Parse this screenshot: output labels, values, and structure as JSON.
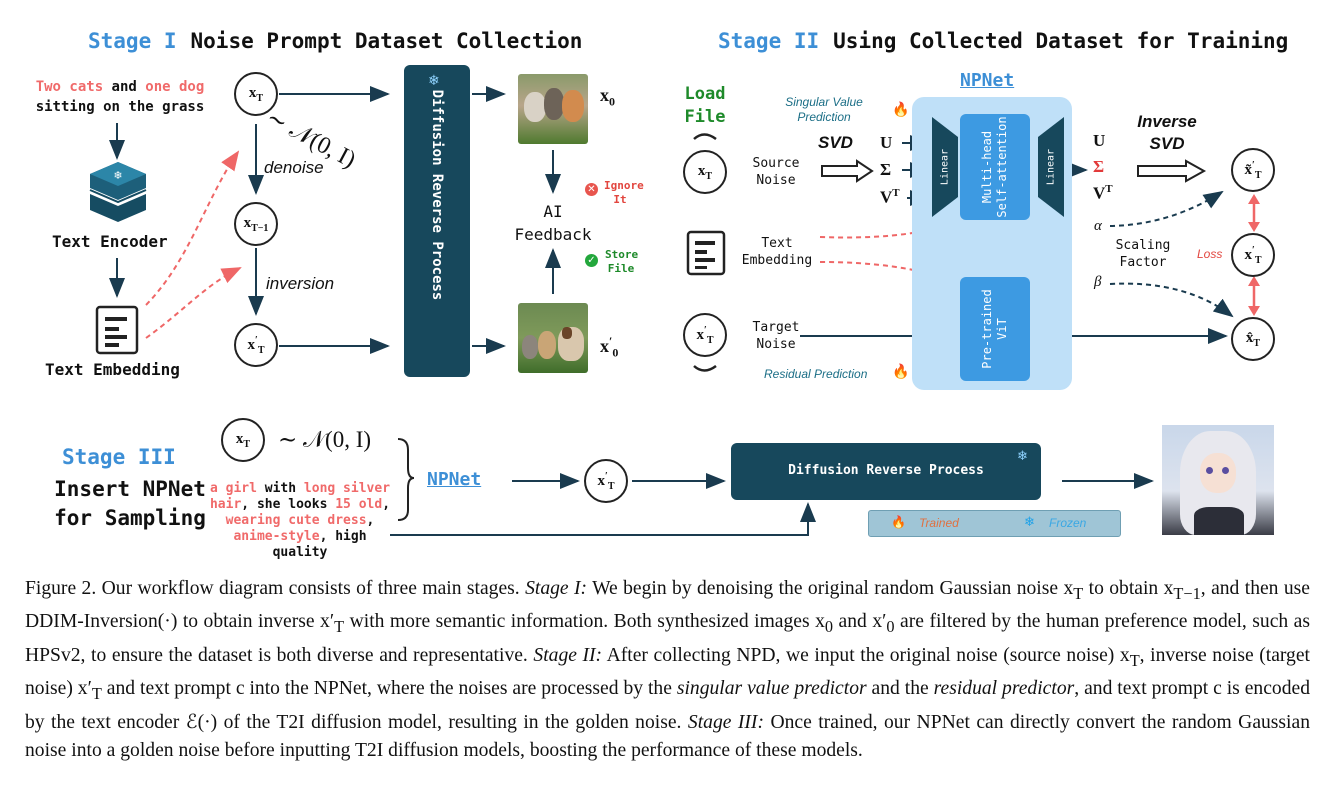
{
  "stage1": {
    "tag": "Stage I",
    "title": "Noise Prompt Dataset Collection",
    "prompt_part1": "Two cats",
    "prompt_and": " and ",
    "prompt_part2": "one dog",
    "prompt_line2": "sitting on the grass",
    "text_encoder": "Text Encoder",
    "text_embedding": "Text Embedding",
    "xT": "x",
    "xT_sub": "T",
    "xT1_sub": "T−1",
    "xTp_sup": "′",
    "noise_dist": "∼ 𝒩(0, I)",
    "denoise": "denoise",
    "inversion": "inversion",
    "diffusion_block": "Diffusion Reverse Process",
    "x0": "x",
    "x0_sub": "0",
    "ai_feedback_line1": "AI",
    "ai_feedback_line2": "Feedback",
    "ignore_line1": "Ignore",
    "ignore_line2": "It",
    "store_line1": "Store",
    "store_line2": "File"
  },
  "stage2": {
    "tag": "Stage II",
    "title": "Using Collected Dataset for Training",
    "npnet": "NPNet",
    "load_line1": "Load",
    "load_line2": "File",
    "singular_line1": "Singular Value",
    "singular_line2": "Prediction",
    "source_line1": "Source",
    "source_line2": "Noise",
    "svd": "SVD",
    "U": "U",
    "Sigma": "Σ",
    "VT": "V",
    "VT_sup": "T",
    "linear": "Linear",
    "mhsa_line1": "Multi-head",
    "mhsa_line2": "Self-attention",
    "inverse_line1": "Inverse",
    "inverse_line2": "SVD",
    "text_line1": "Text",
    "text_line2": "Embedding",
    "alpha": "α",
    "beta": "β",
    "scaling_line1": "Scaling",
    "scaling_line2": "Factor",
    "loss": "Loss",
    "target_line1": "Target",
    "target_line2": "Noise",
    "vit_line1": "Pre-trained",
    "vit_line2": "ViT",
    "residual": "Residual Prediction"
  },
  "stage3": {
    "tag": "Stage III",
    "title_line1": "Insert NPNet",
    "title_line2": "for Sampling",
    "noise_dist": "∼ 𝒩(0, I)",
    "p_girl": "a girl",
    "p_with": " with ",
    "p_long": "long silver",
    "p_hair": "hair",
    "p_looks": ", she looks ",
    "p_15": "15 old",
    "p_comma": ",",
    "p_wearing": "wearing cute dress",
    "p_comma2": ",",
    "p_anime": "anime-style",
    "p_quality": ", high quality",
    "npnet": "NPNet",
    "diffusion_block": "Diffusion Reverse Process",
    "trained": "Trained",
    "frozen": "Frozen"
  },
  "caption": {
    "fig": "Figure 2. Our workflow diagram consists of three main stages. ",
    "s1": "Stage I:",
    "t1": " We begin by denoising the original random Gaussian noise x",
    "t2": " to obtain x",
    "t3": ", and then use DDIM-Inversion(·) to obtain inverse x′",
    "t4": " with more semantic information. Both synthesized images x",
    "t5": " and x′",
    "t6": " are filtered by the human preference model, such as HPSv2, to ensure the dataset is both diverse and representative. ",
    "s2": "Stage II:",
    "t7": " After collecting NPD, we input the original noise (source noise) x",
    "t8": ", inverse noise (target noise) x′",
    "t9": " and text prompt c into the NPNet, where the noises are processed by the ",
    "i1": "singular value predictor",
    "t10": " and the ",
    "i2": "residual predictor",
    "t11": ", and text prompt c is encoded by the text encoder ℰ(·) of the T2I diffusion model, resulting in the golden noise. ",
    "s3": "Stage III:",
    "t12": " Once trained, our NPNet can directly convert the random Gaussian noise into a golden noise before inputting T2I diffusion models, boosting the performance of these models.",
    "subT": "T",
    "subT1": "T−1",
    "sub0": "0"
  },
  "colors": {
    "accent_blue": "#3d8fd6",
    "highlight_red": "#f06a6a",
    "block_dark": "#17485c",
    "npnet_bg": "#bfe0f8",
    "green": "#1e8a2a"
  }
}
